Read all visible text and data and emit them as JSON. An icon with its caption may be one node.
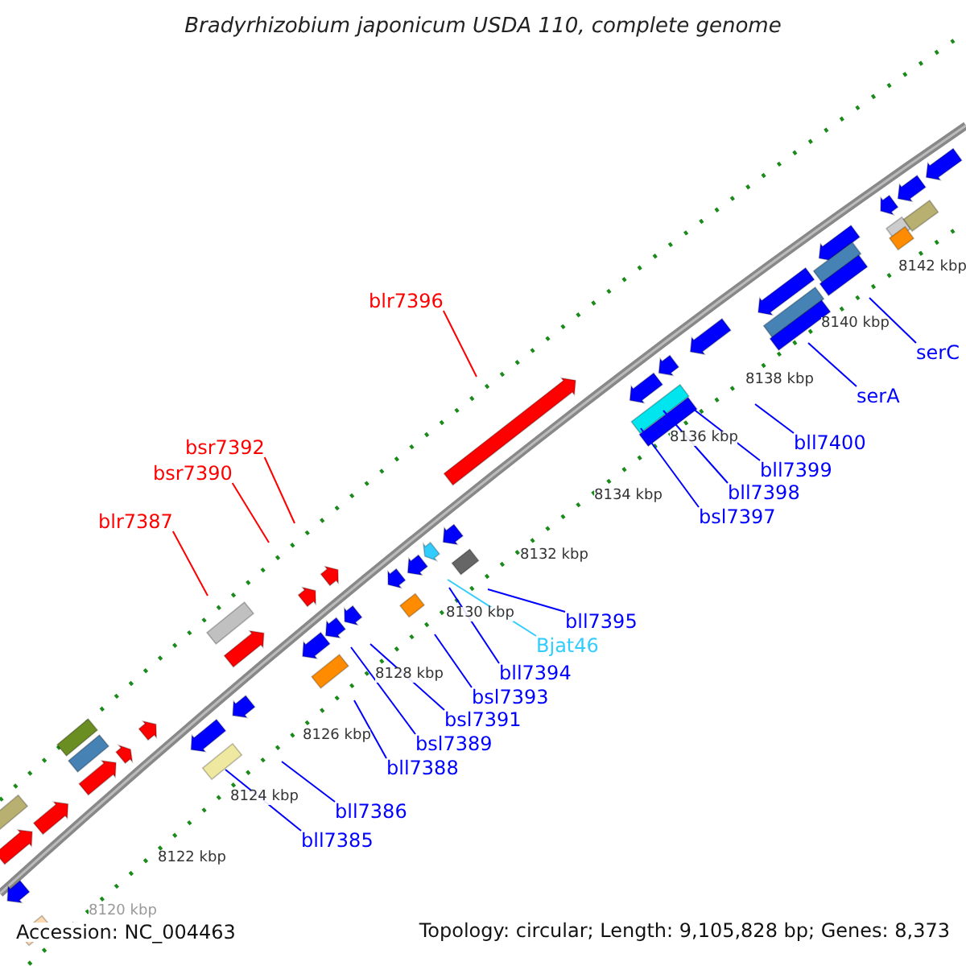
{
  "diagram": {
    "title": "Bradyrhizobium japonicum USDA 110, complete genome",
    "nodes": [
      {
        "text": [
          "blr7396"
        ]
      },
      {
        "text": [
          "bsr7392"
        ]
      },
      {
        "text": [
          "bsr7390"
        ]
      },
      {
        "text": [
          "blr7387"
        ]
      },
      {
        "text": [
          "serC"
        ]
      },
      {
        "text": [
          "serA"
        ]
      },
      {
        "text": [
          "bll7400"
        ]
      },
      {
        "text": [
          "bll7399"
        ]
      },
      {
        "text": [
          "bll7398"
        ]
      },
      {
        "text": [
          "bsl7397"
        ]
      },
      {
        "text": [
          "bll7395"
        ]
      },
      {
        "text": [
          "Bjat46"
        ]
      },
      {
        "text": [
          "bll7394"
        ]
      },
      {
        "text": [
          "bsl7393"
        ]
      },
      {
        "text": [
          "bsl7391"
        ]
      },
      {
        "text": [
          "bsl7389"
        ]
      },
      {
        "text": [
          "bll7388"
        ]
      },
      {
        "text": [
          "bll7386"
        ]
      },
      {
        "text": [
          "bll7385"
        ]
      }
    ],
    "edges": [
      {
        "from": 0,
        "to": null,
        "arrow": "none",
        "color": "#ff0000"
      },
      {
        "from": 1,
        "to": null,
        "arrow": "none",
        "color": "#ff0000"
      },
      {
        "from": 2,
        "to": null,
        "arrow": "none",
        "color": "#ff0000"
      },
      {
        "from": 3,
        "to": null,
        "arrow": "none",
        "color": "#ff0000"
      },
      {
        "from": 4,
        "to": null,
        "arrow": "none"
      },
      {
        "from": 5,
        "to": null,
        "arrow": "none"
      },
      {
        "from": 6,
        "to": null,
        "arrow": "none"
      },
      {
        "from": 7,
        "to": null,
        "arrow": "none"
      },
      {
        "from": 8,
        "to": null,
        "arrow": "none"
      },
      {
        "from": 9,
        "to": null,
        "arrow": "none"
      },
      {
        "from": 10,
        "to": null,
        "arrow": "none"
      },
      {
        "from": 11,
        "to": null,
        "arrow": "none",
        "color": "#33ccff"
      },
      {
        "from": 12,
        "to": null,
        "arrow": "none"
      },
      {
        "from": 13,
        "to": null,
        "arrow": "none"
      },
      {
        "from": 14,
        "to": null,
        "arrow": "none"
      },
      {
        "from": 15,
        "to": null,
        "arrow": "none"
      },
      {
        "from": 16,
        "to": null,
        "arrow": "none"
      },
      {
        "from": 17,
        "to": null,
        "arrow": "none"
      },
      {
        "from": 18,
        "to": null,
        "arrow": "none"
      }
    ],
    "labels": [
      "8142 kbp",
      "8140 kbp",
      "8138 kbp",
      "8136 kbp",
      "8134 kbp",
      "8132 kbp",
      "8130 kbp",
      "8128 kbp",
      "8126 kbp",
      "8124 kbp",
      "8122 kbp",
      "8120 kbp",
      "Accession: NC_004463",
      "Topology: circular; Length: 9,105,828 bp; Genes: 8,373"
    ]
  }
}
